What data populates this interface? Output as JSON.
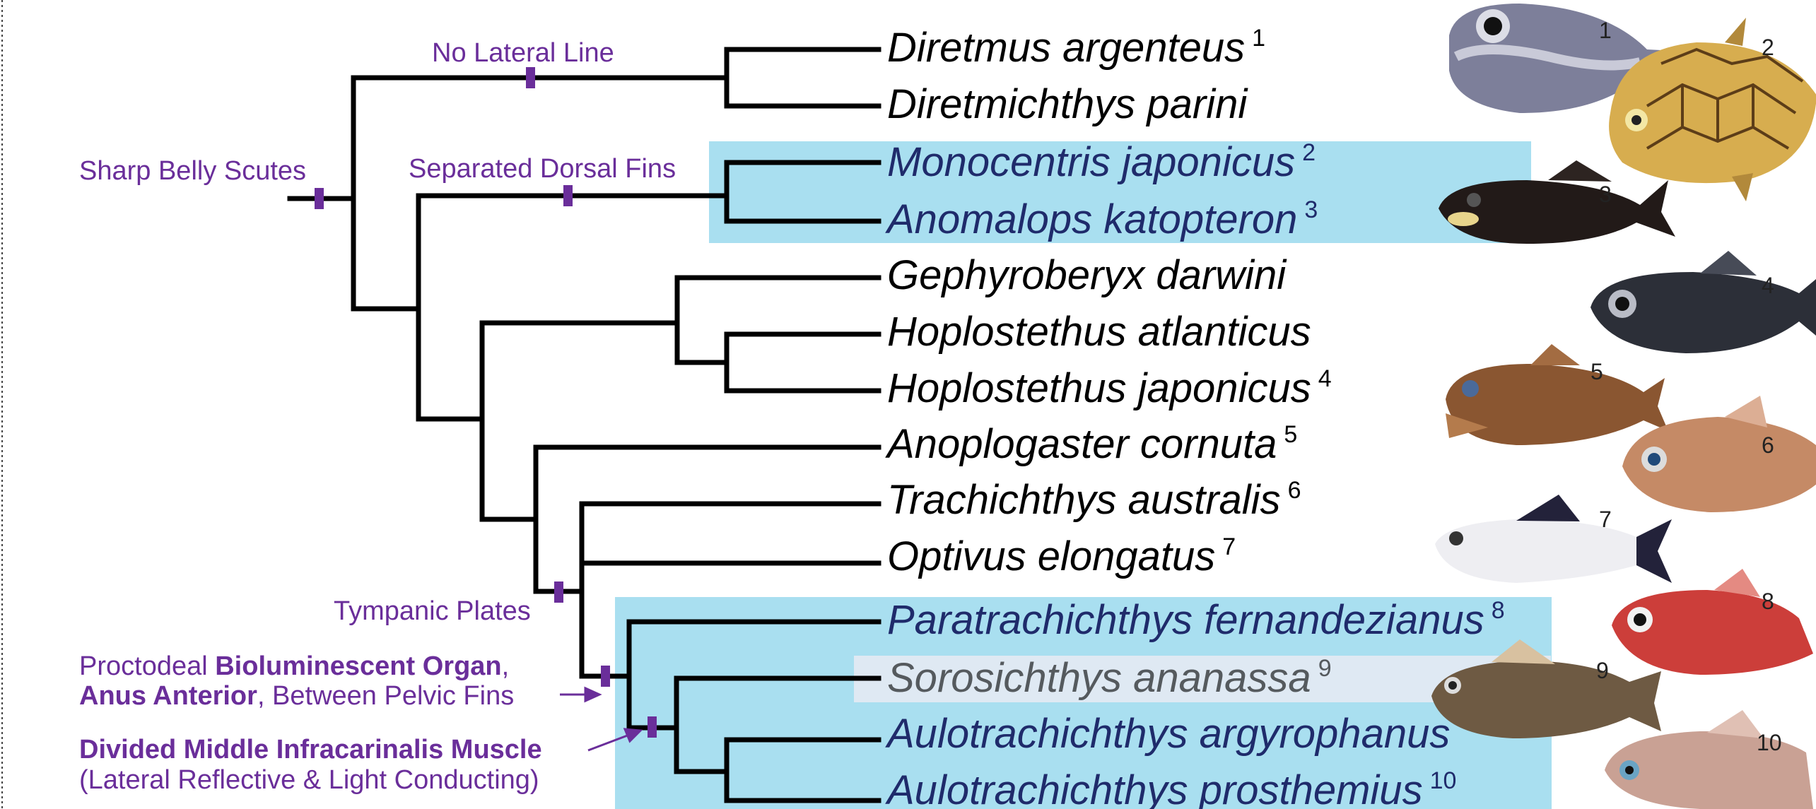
{
  "colors": {
    "branch": "#000000",
    "trait": "#6a2e9a",
    "highlight": "#a9dff0",
    "taxon_dark": "#1f2b6b",
    "taxon_black": "#000000",
    "taxon_gray": "#555a5e",
    "sorosichthys_bg": "#dfe9f3"
  },
  "taxa": [
    {
      "name": "Diretmus argenteus",
      "sup": "1"
    },
    {
      "name": "Diretmichthys parini",
      "sup": ""
    },
    {
      "name": "Monocentris japonicus",
      "sup": "2"
    },
    {
      "name": "Anomalops katopteron",
      "sup": "3"
    },
    {
      "name": "Gephyroberyx darwini",
      "sup": ""
    },
    {
      "name": "Hoplostethus atlanticus",
      "sup": ""
    },
    {
      "name": "Hoplostethus japonicus",
      "sup": "4"
    },
    {
      "name": "Anoplogaster cornuta",
      "sup": "5"
    },
    {
      "name": "Trachichthys australis",
      "sup": "6"
    },
    {
      "name": "Optivus elongatus",
      "sup": "7"
    },
    {
      "name": "Paratrachichthys fernandezianus",
      "sup": "8"
    },
    {
      "name": "Sorosichthys ananassa",
      "sup": "9"
    },
    {
      "name": "Aulotrachichthys argyrophanus",
      "sup": ""
    },
    {
      "name": "Aulotrachichthys prosthemius",
      "sup": "10"
    }
  ],
  "traits": {
    "no_lateral_line": "No Lateral Line",
    "sharp_belly_scutes": "Sharp Belly Scutes",
    "separated_dorsal_fins": "Separated Dorsal Fins",
    "tympanic_plates": "Tympanic Plates",
    "proctodeal_prefix": "Proctodeal ",
    "bioluminescent_organ": "Bioluminescent Organ",
    "proctodeal_comma": ",",
    "anus_anterior": "Anus Anterior",
    "between_pelvic_fins": ", Between Pelvic Fins",
    "divided_muscle": "Divided Middle Infracarinalis Muscle",
    "lateral_reflective": "(Lateral Reflective & Light Conducting)"
  },
  "photos": [
    {
      "num": "1",
      "icon": "fish-diretmus-icon"
    },
    {
      "num": "2",
      "icon": "fish-monocentris-icon"
    },
    {
      "num": "3",
      "icon": "fish-anomalops-icon"
    },
    {
      "num": "4",
      "icon": "fish-hoplostethus-icon"
    },
    {
      "num": "5",
      "icon": "fish-anoplogaster-icon"
    },
    {
      "num": "6",
      "icon": "fish-trachichthys-icon"
    },
    {
      "num": "7",
      "icon": "fish-optivus-icon"
    },
    {
      "num": "8",
      "icon": "fish-paratrachichthys-icon"
    },
    {
      "num": "9",
      "icon": "fish-sorosichthys-icon"
    },
    {
      "num": "10",
      "icon": "fish-aulotrachichthys-icon"
    }
  ]
}
